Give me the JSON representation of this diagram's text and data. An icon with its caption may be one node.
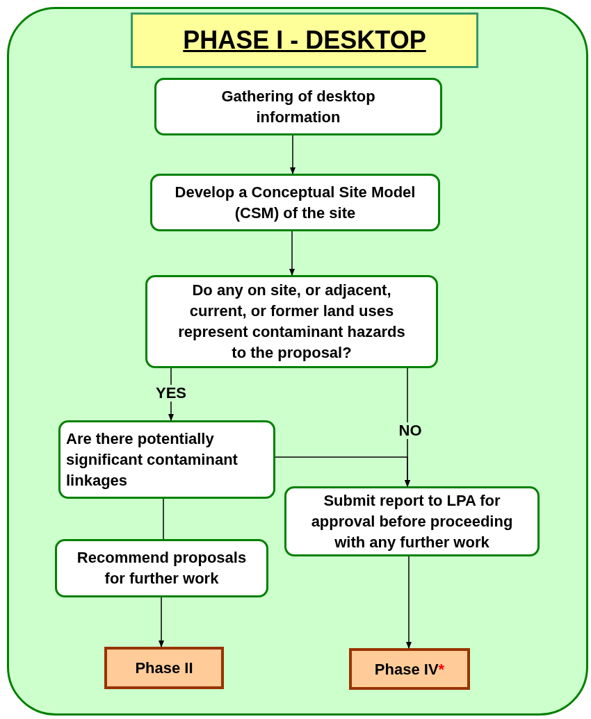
{
  "diagram": {
    "nodes": [
      {
        "text": [],
        "shape": "box"
      },
      {
        "text": [
          "PHASE I - DESKTOP"
        ],
        "in": 0
      },
      {
        "text": [
          "Gathering of desktop information"
        ],
        "in": 0
      },
      {
        "text": [
          "Develop a Conceptual Site Model (CSM) of the site"
        ],
        "in": 0
      },
      {
        "text": [
          "Do any on site, or adjacent, current, or former land uses represent contaminant hazards to the proposal?"
        ],
        "in": 0
      },
      {
        "text": [
          "Are there potentially significant contaminant linkages"
        ],
        "in": 0
      },
      {
        "text": [
          "Submit report to LPA for approval before proceeding with any further work"
        ],
        "in": 0
      },
      {
        "text": [
          "Recommend proposals for further work"
        ],
        "in": 0
      },
      {
        "text": [
          "Phase II"
        ],
        "in": 0
      },
      {
        "text": [
          "Phase IV",
          "*"
        ],
        "in": 0
      }
    ],
    "edges": [
      {
        "from": 2,
        "to": 3,
        "arrow": "to"
      },
      {
        "from": 3,
        "to": 4,
        "arrow": "to"
      },
      {
        "from": 4,
        "to": 5,
        "arrow": "to",
        "label": "YES"
      },
      {
        "from": 4,
        "to": 6,
        "arrow": "to",
        "label": "NO"
      },
      {
        "from": 5,
        "to": 6,
        "arrow": "to"
      },
      {
        "from": 5,
        "to": 7,
        "arrow": "none"
      },
      {
        "from": 7,
        "to": 8,
        "arrow": "to"
      },
      {
        "from": 6,
        "to": 9,
        "arrow": "to"
      }
    ]
  }
}
